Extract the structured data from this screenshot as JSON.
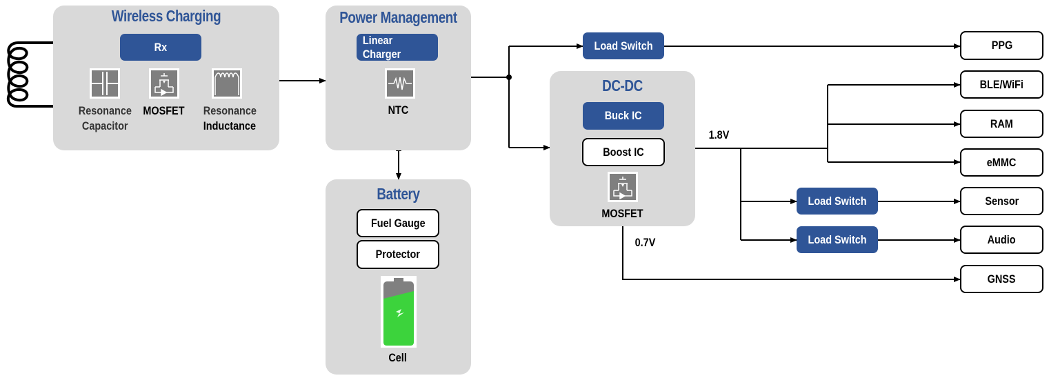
{
  "wireless_charging": {
    "title": "Wireless Charging",
    "rx_label": "Rx",
    "components": [
      {
        "label_line1": "Resonance",
        "label_line2": "Capacitor",
        "icon": "capacitor-icon"
      },
      {
        "label_line1": "MOSFET",
        "label_line2": "",
        "icon": "mosfet-icon"
      },
      {
        "label_line1": "Resonance",
        "label_line2": "Inductance",
        "icon": "inductor-icon"
      }
    ],
    "coil_icon": "coil-icon"
  },
  "power_management": {
    "title": "Power Management",
    "charger_label": "Linear Charger",
    "ntc_label": "NTC",
    "ntc_icon": "thermistor-icon"
  },
  "battery": {
    "title": "Battery",
    "fuel_gauge_label": "Fuel Gauge",
    "protector_label": "Protector",
    "cell_label": "Cell",
    "cell_icon": "battery-cell-icon",
    "cell_charge_icon": "lightning-icon"
  },
  "dcdc": {
    "title": "DC-DC",
    "buck_label": "Buck IC",
    "boost_label": "Boost IC",
    "mosfet_label": "MOSFET",
    "mosfet_icon": "mosfet-icon"
  },
  "load_switches": [
    {
      "label": "Load Switch"
    },
    {
      "label": "Load Switch"
    },
    {
      "label": "Load Switch"
    }
  ],
  "voltages": {
    "rail_1": "1.8V",
    "rail_2": "0.7V"
  },
  "loads": [
    {
      "label": "PPG"
    },
    {
      "label": "BLE/WiFi"
    },
    {
      "label": "RAM"
    },
    {
      "label": "eMMC"
    },
    {
      "label": "Sensor"
    },
    {
      "label": "Audio"
    },
    {
      "label": "GNSS"
    }
  ],
  "colors": {
    "accent": "#2f5597",
    "group_bg": "#d9d9d9",
    "icon_bg": "#7f7f7f",
    "cell_green": "#3cd33c"
  }
}
